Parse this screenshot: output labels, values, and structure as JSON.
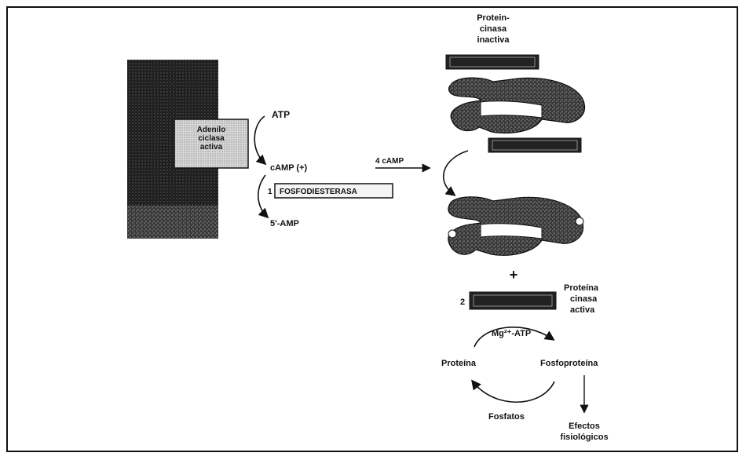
{
  "membrane": {
    "enzyme_lines": [
      "Adenilo",
      "ciclasa",
      "activa"
    ]
  },
  "reaction": {
    "atp": "ATP",
    "camp": "cAMP (+)",
    "amp": "5'-AMP",
    "pde_number": "1",
    "pde_label": "FOSFODIESTERASA"
  },
  "arrow_label": "4 cAMP",
  "kinase_inactive": {
    "title_lines": [
      "Protein-",
      "cinasa",
      "inactiva"
    ]
  },
  "plus": "+",
  "kinase_active": {
    "number": "2",
    "label_lines": [
      "Proteína",
      "cinasa",
      "activa"
    ]
  },
  "cycle": {
    "cofactor": "Mg²⁺-ATP",
    "substrate": "Proteína",
    "product": "Fosfoproteína",
    "release": "Fosfatos"
  },
  "effects": [
    "Efectos",
    "fisiológicos"
  ]
}
